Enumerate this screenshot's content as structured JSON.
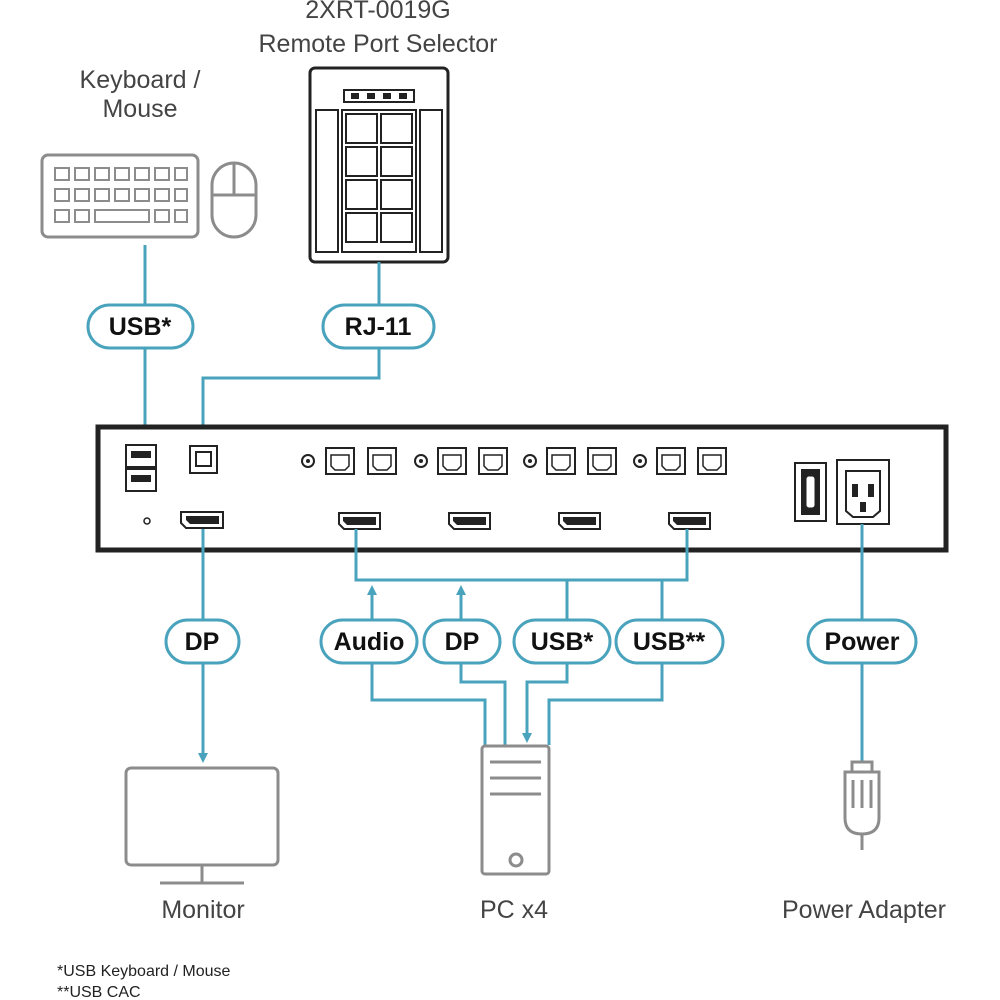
{
  "colors": {
    "accent": "#4aa3bd",
    "device_outline": "#8c8c8c",
    "switch_outline": "#222222",
    "text": "#444444"
  },
  "selector": {
    "model": "2XRT-0019G",
    "name": "Remote Port Selector"
  },
  "keyboard_mouse": {
    "label_line1": "Keyboard /",
    "label_line2": "Mouse",
    "icons": [
      "keyboard-icon",
      "mouse-icon"
    ]
  },
  "cables": {
    "usb_km": "USB*",
    "rj11": "RJ-11",
    "dp_out": "DP",
    "audio": "Audio",
    "dp_in": "DP",
    "usb_in": "USB*",
    "usb_cac": "USB**",
    "power": "Power"
  },
  "devices": {
    "monitor": "Monitor",
    "pc": "PC x4",
    "power_adapter": "Power Adapter"
  },
  "footnotes": {
    "note1": "*USB Keyboard / Mouse",
    "note2": "**USB CAC"
  }
}
